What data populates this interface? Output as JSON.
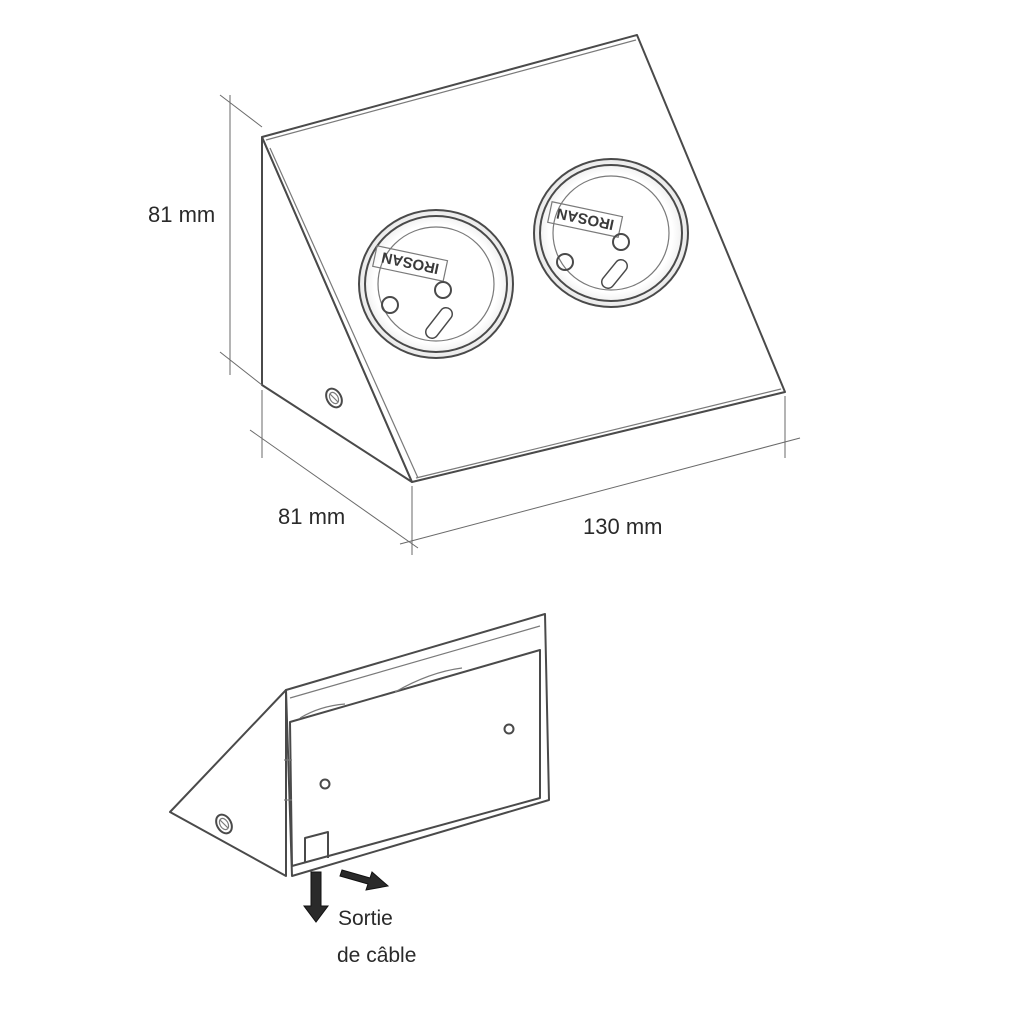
{
  "dimensions": {
    "height_label": "81 mm",
    "depth_label": "81 mm",
    "width_label": "130 mm"
  },
  "sockets": [
    {
      "brand": "IROSAN"
    },
    {
      "brand": "IROSAN"
    }
  ],
  "cable_exit": {
    "line1": "Sortie",
    "line2": "de câble"
  }
}
